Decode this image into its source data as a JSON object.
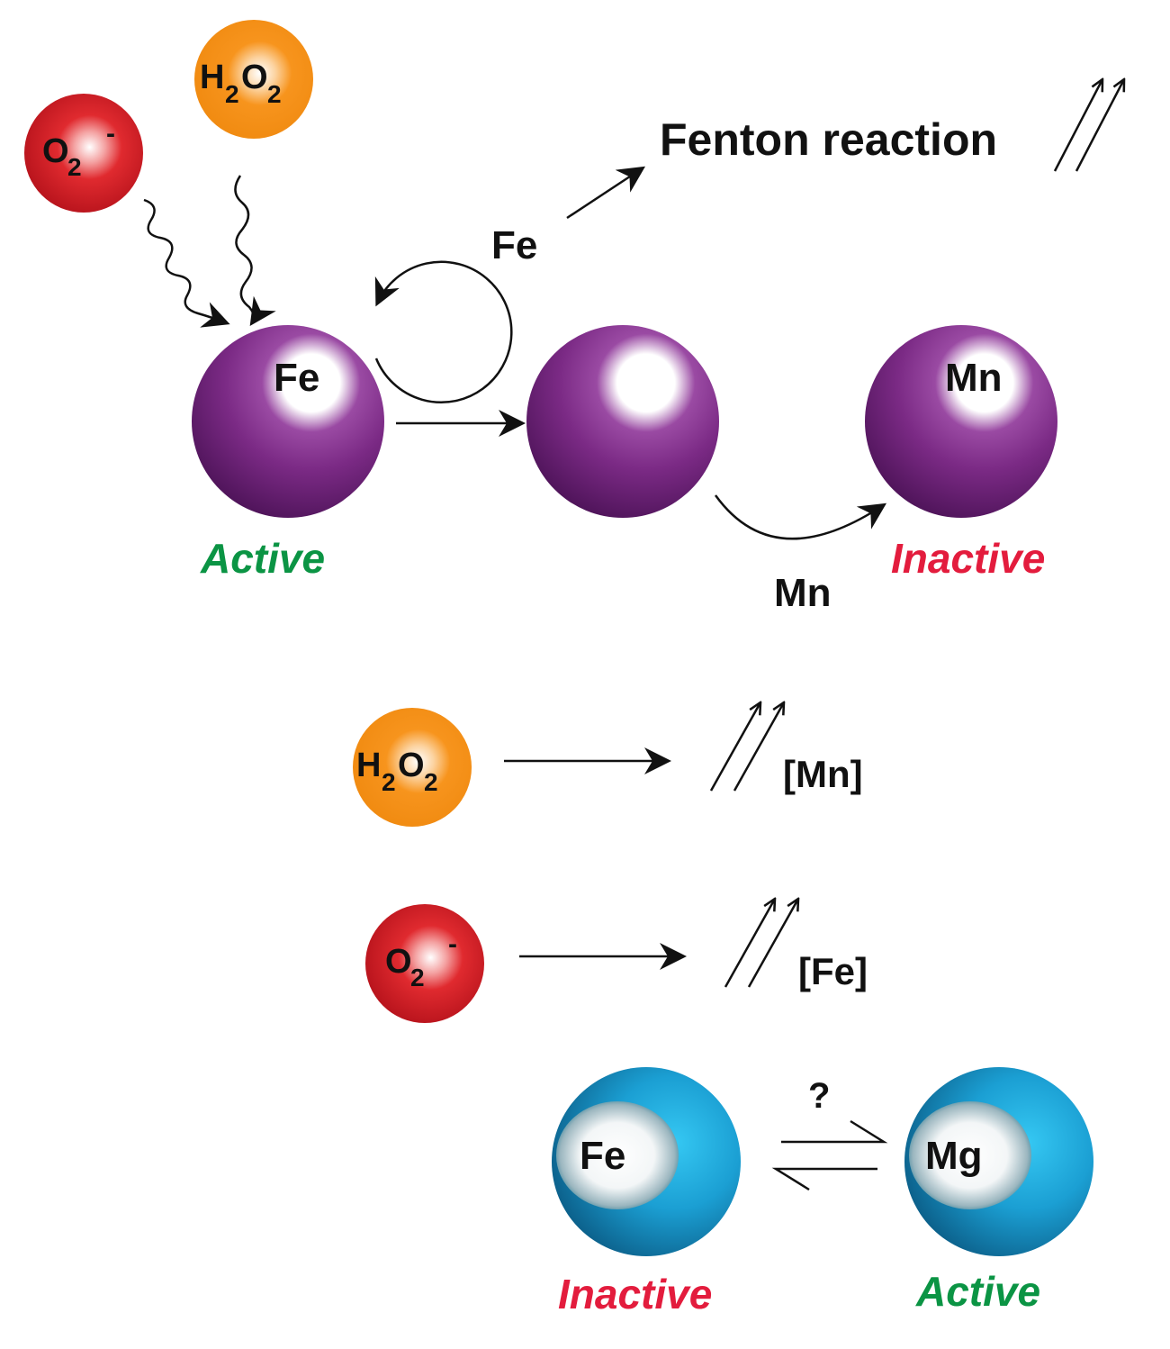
{
  "colors": {
    "red_sphere": "#d92027",
    "orange_sphere": "#f7941d",
    "purple_sphere": "#7b2a85",
    "blue_sphere": "#1b9fd3",
    "active": "#0b9444",
    "inactive": "#e31c3d",
    "ink": "#111111"
  },
  "species": {
    "superoxide": {
      "main": "O",
      "sub": "2",
      "sup": "-"
    },
    "peroxide": {
      "main1": "H",
      "sub1": "2",
      "main2": "O",
      "sub2": "2"
    }
  },
  "top": {
    "enzyme_active_metal": "Fe",
    "enzyme_product_metal": "Mn",
    "cycle_label": "Fe",
    "fenton_label": "Fenton reaction",
    "mn_label": "Mn",
    "active_label": "Active",
    "inactive_label": "Inactive"
  },
  "middle": {
    "peroxide_result": "[Mn]",
    "superoxide_result": "[Fe]"
  },
  "bottom": {
    "left_metal": "Fe",
    "right_metal": "Mg",
    "question": "?",
    "inactive_label": "Inactive",
    "active_label": "Active"
  },
  "icons": [
    "double-up-arrow-icon",
    "wavy-arrow-icon",
    "cycle-arrow-icon",
    "equilibrium-arrows-icon"
  ]
}
